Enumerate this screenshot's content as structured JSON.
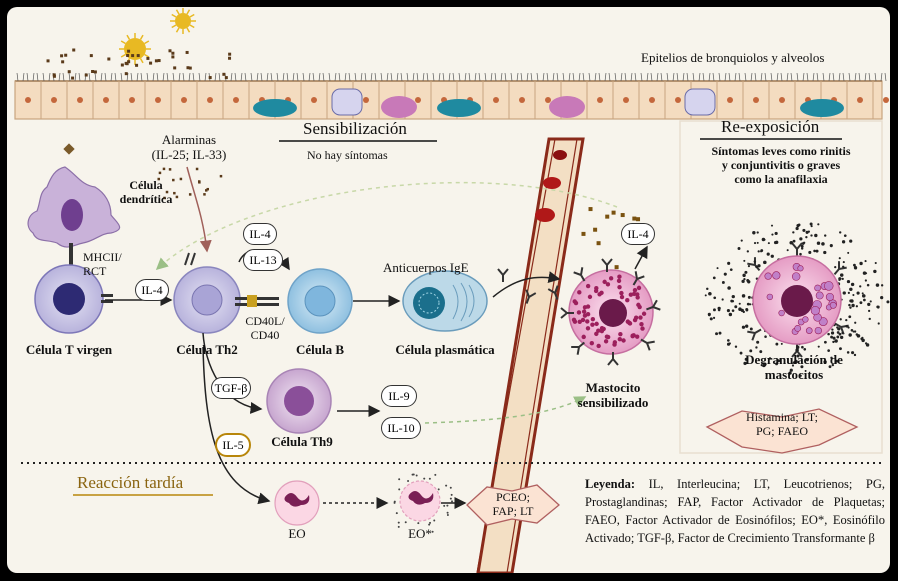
{
  "colors": {
    "accent": "#b8860b",
    "background": "#f7f4ec",
    "cell_membrane": "#c9c6e6",
    "mast_cell": "#ea9ec8"
  },
  "labels": {
    "epithelium": "Epitelios de bronquiolos y alveolos",
    "sensitization": "Sensibilización",
    "no_symptoms": "No hay síntomas",
    "reexposure": "Re-exposición",
    "symptoms": [
      "Síntomas leves como rinitis",
      "y conjuntivitis o graves",
      "como la anafilaxia"
    ],
    "alarmins": [
      "Alarminas",
      "(IL-25; IL-33)"
    ],
    "dendritic": [
      "Célula",
      "dendrítica"
    ],
    "mhc": [
      "MHCII/",
      "RCT"
    ],
    "naive_t": "Célula T virgen",
    "th2": "Célula Th2",
    "b_cell": "Célula B",
    "plasma_cell": "Célula plasmática",
    "ige": "Anticuerpos IgE",
    "cd40": [
      "CD40L/",
      "CD40"
    ],
    "th9": "Célula Th9",
    "mast_sensitized": [
      "Mastocito",
      "sensibilizado"
    ],
    "degranulation": [
      "Degranulación de",
      "mastocitos"
    ],
    "mediators": [
      "Histamina; LT;",
      "PG; FAEO"
    ],
    "late_reaction": "Reacción tardía",
    "eo": "EO",
    "eo_active": "EO*",
    "late_mediators": [
      "PCEO;",
      "FAP; LT"
    ],
    "legend_title": "Leyenda:",
    "legend_text": "IL, Interleucina; LT, Leucotrienos; PG, Prostaglandinas; FAP, Factor Activador de Plaquetas; FAEO, Factor Activador de Eosinófilos; EO*, Eosinófilo Activado; TGF-β, Factor de Crecimiento Transformante β"
  },
  "cytokines": {
    "il4_left": "IL-4",
    "il4_top": "IL-4",
    "il13": "IL-13",
    "tgf": "TGF-β",
    "il5": "IL-5",
    "il9": "IL-9",
    "il10": "IL-10",
    "il4_mast": "IL-4"
  }
}
